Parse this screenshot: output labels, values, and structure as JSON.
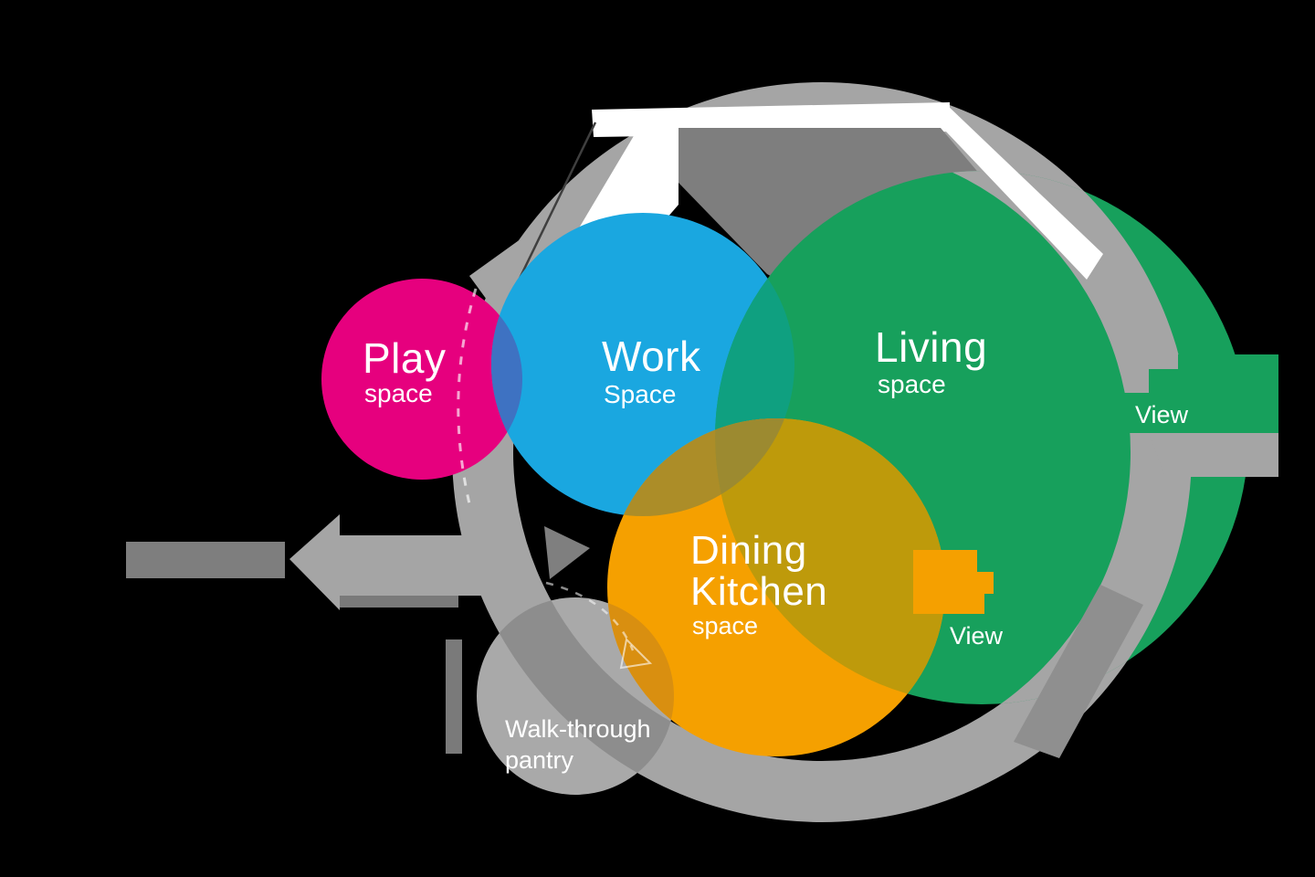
{
  "page": {
    "background": "#000000"
  },
  "diagram": {
    "circles": {
      "play": {
        "label": "Play",
        "sublabel": "space",
        "color": "#E6007E"
      },
      "work": {
        "label": "Work",
        "sublabel": "Space",
        "color": "#1AA7E0"
      },
      "living": {
        "label": "Living",
        "sublabel": "space",
        "color": "#17A05C"
      },
      "dining": {
        "label": "Dining",
        "label2": "Kitchen",
        "sublabel": "space",
        "color": "#F5A000"
      },
      "pantry": {
        "label": "Walk-through",
        "label2": "pantry",
        "color": "#A9A9A9"
      }
    },
    "overlaps": {
      "play_work": "#3E72C2",
      "work_living": "#0FA080",
      "work_dining": "#AC8D28",
      "living_dining": "#BE9A0B",
      "work_living_dining": "#9C8A30",
      "dining_pantry": "#D98F10"
    },
    "ring": {
      "color": "#A5A5A5",
      "dark": "#7E7E7E",
      "over_pantry": "#8D8D8D",
      "accent_dark": "#8F8F8F",
      "shadow": "#7A7A7A",
      "white_gap": "#FFFFFF"
    },
    "labels": {
      "view_upper": "View",
      "view_lower": "View"
    },
    "text_color": "#FFFFFF"
  }
}
